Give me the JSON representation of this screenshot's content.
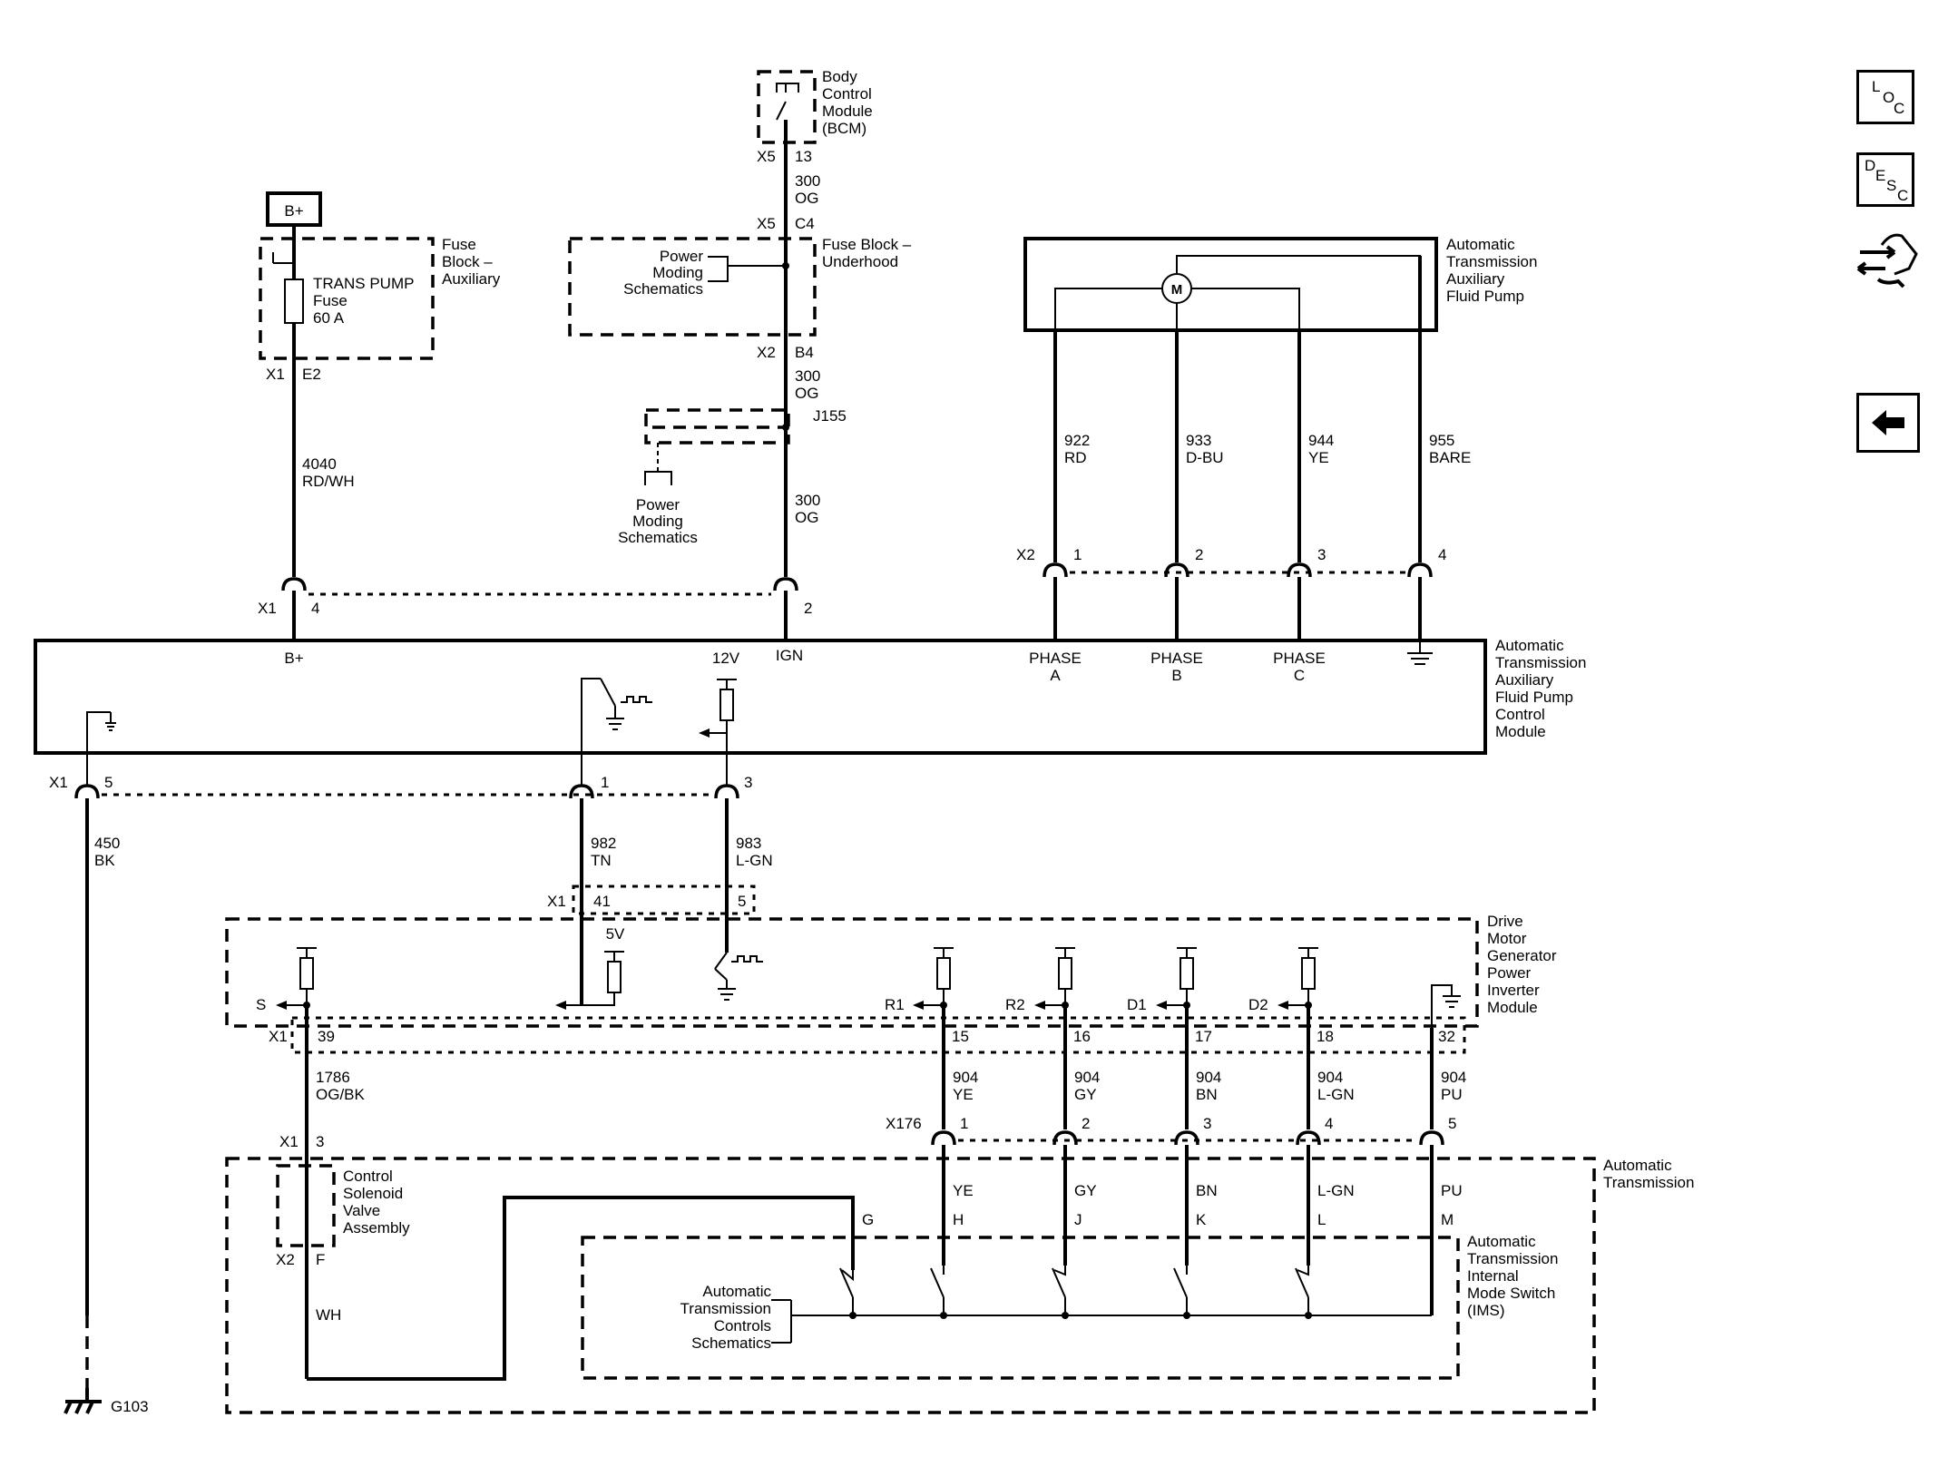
{
  "nav": {
    "loc": {
      "l1": "L",
      "l2": "O",
      "l3": "C"
    },
    "desc": {
      "l1": "D",
      "l2": "E",
      "l3": "S",
      "l4": "C"
    },
    "swap_icon": "hand-arrows-icon",
    "back_icon": "left-arrow-icon"
  },
  "bplus": {
    "label": "B+"
  },
  "fuse_block_aux": {
    "name": [
      "Fuse",
      "Block –",
      "Auxiliary"
    ],
    "fuse": [
      "TRANS PUMP",
      "Fuse",
      "60 A"
    ],
    "conn": "X1",
    "pin": "E2"
  },
  "wire_4040": {
    "circuit": "4040",
    "color": "RD/WH"
  },
  "bcm": {
    "name": [
      "Body",
      "Control",
      "Module",
      "(BCM)"
    ],
    "conn": "X5",
    "pin": "13"
  },
  "wire_300a": {
    "circuit": "300",
    "color": "OG"
  },
  "fuse_block_under": {
    "name": [
      "Fuse Block –",
      "Underhood"
    ],
    "ref": [
      "Power",
      "Moding",
      "Schematics"
    ],
    "conn_top": "X5",
    "pin_top": "C4",
    "conn_bot": "X2",
    "pin_bot": "B4"
  },
  "wire_300b": {
    "circuit": "300",
    "color": "OG"
  },
  "splice": {
    "name": "J155",
    "ref": [
      "Power",
      "Moding",
      "Schematics"
    ]
  },
  "wire_300c": {
    "circuit": "300",
    "color": "OG"
  },
  "pump": {
    "name": [
      "Automatic",
      "Transmission",
      "Auxiliary",
      "Fluid Pump"
    ],
    "motor": "M"
  },
  "phase_wires": [
    {
      "circuit": "922",
      "color": "RD",
      "pin": "1",
      "label": [
        "PHASE",
        "A"
      ]
    },
    {
      "circuit": "933",
      "color": "D-BU",
      "pin": "2",
      "label": [
        "PHASE",
        "B"
      ]
    },
    {
      "circuit": "944",
      "color": "YE",
      "pin": "3",
      "label": [
        "PHASE",
        "C"
      ]
    },
    {
      "circuit": "955",
      "color": "BARE",
      "pin": "4"
    }
  ],
  "pump_conn": "X2",
  "module": {
    "name": [
      "Automatic",
      "Transmission",
      "Auxiliary",
      "Fluid Pump",
      "Control",
      "Module"
    ],
    "b_plus": "B+",
    "ign": "IGN",
    "v12": "12V",
    "top_conn": "X1",
    "top_pin_b": "4",
    "top_pin_ign": "2",
    "bot_conn": "X1",
    "bot_pins": [
      "5",
      "1",
      "3"
    ]
  },
  "wire_450": {
    "circuit": "450",
    "color": "BK"
  },
  "wire_982": {
    "circuit": "982",
    "color": "TN"
  },
  "wire_983": {
    "circuit": "983",
    "color": "L-GN"
  },
  "inline": {
    "conn": "X1",
    "pin_a": "41",
    "pin_b": "5"
  },
  "dmgpim": {
    "name": [
      "Drive",
      "Motor",
      "Generator",
      "Power",
      "Inverter",
      "Module"
    ],
    "v5": "5V",
    "outputs": [
      "S",
      "R1",
      "R2",
      "D1",
      "D2"
    ],
    "conn": "X1",
    "pins": [
      "39",
      "15",
      "16",
      "17",
      "18",
      "32"
    ]
  },
  "wire_1786": {
    "circuit": "1786",
    "color": "OG/BK"
  },
  "ims_wires": [
    {
      "circuit": "904",
      "color": "YE",
      "pin": "1",
      "inner": "YE",
      "letter": "H"
    },
    {
      "circuit": "904",
      "color": "GY",
      "pin": "2",
      "inner": "GY",
      "letter": "J"
    },
    {
      "circuit": "904",
      "color": "BN",
      "pin": "3",
      "inner": "BN",
      "letter": "K"
    },
    {
      "circuit": "904",
      "color": "L-GN",
      "pin": "4",
      "inner": "L-GN",
      "letter": "L"
    },
    {
      "circuit": "904",
      "color": "PU",
      "pin": "5",
      "inner": "PU",
      "letter": "M"
    }
  ],
  "x176": "X176",
  "trans": {
    "name": [
      "Automatic",
      "Transmission"
    ],
    "csva": [
      "Control",
      "Solenoid",
      "Valve",
      "Assembly"
    ],
    "x1": "X1",
    "x1pin": "3",
    "x2": "X2",
    "x2pin": "F",
    "wh": "WH",
    "g": "G",
    "ims": [
      "Automatic",
      "Transmission",
      "Internal",
      "Mode Switch",
      "(IMS)"
    ],
    "ref": [
      "Automatic",
      "Transmission",
      "Controls",
      "Schematics"
    ]
  },
  "ground": {
    "name": "G103"
  }
}
